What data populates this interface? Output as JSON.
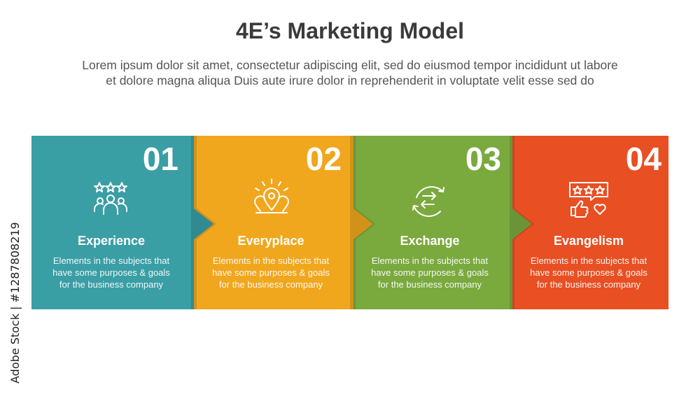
{
  "title": "4E’s Marketing Model",
  "subtitle_line1": "Lorem ipsum dolor sit amet, consectetur adipiscing elit, sed do eiusmod tempor incididunt ut labore",
  "subtitle_line2": "et dolore magna aliqua Duis aute irure dolor in reprehenderit in voluptate velit esse sed do",
  "watermark": "Adobe Stock | #1287808219",
  "steps": [
    {
      "number": "01",
      "label": "Experience",
      "desc1": "Elements in the subjects that",
      "desc2": "have  some purposes & goals",
      "desc3": "for the  business company",
      "color": "#3a9ea5",
      "icon": "people-stars-icon"
    },
    {
      "number": "02",
      "label": "Everyplace",
      "desc1": "Elements in the subjects that",
      "desc2": "have  some purposes & goals",
      "desc3": "for the  business company",
      "color": "#f0a71e",
      "icon": "location-pins-icon"
    },
    {
      "number": "03",
      "label": "Exchange",
      "desc1": "Elements in the subjects that",
      "desc2": "have  some purposes & goals",
      "desc3": "for the  business company",
      "color": "#7aa93e",
      "icon": "exchange-arrows-icon"
    },
    {
      "number": "04",
      "label": "Evangelism",
      "desc1": "Elements in the subjects that",
      "desc2": "have  some purposes & goals",
      "desc3": "for the  business company",
      "color": "#e84f23",
      "icon": "review-thumbs-up-icon"
    }
  ]
}
